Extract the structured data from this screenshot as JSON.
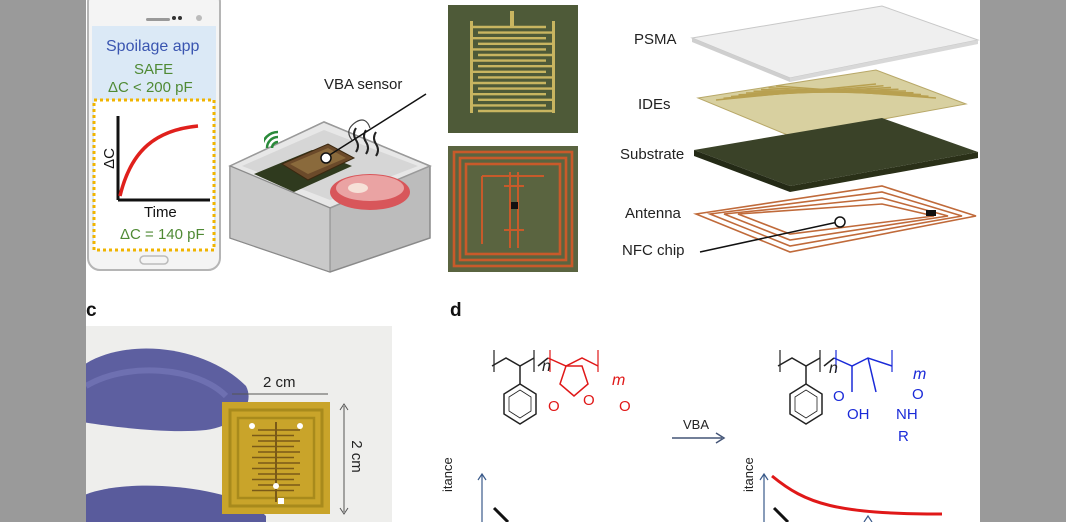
{
  "panel_labels": {
    "c": "c",
    "d": "d"
  },
  "phone": {
    "app_title": "Spoilage app",
    "status": "SAFE",
    "threshold": "ΔC < 200 pF",
    "y_axis": "ΔC",
    "x_axis": "Time",
    "reading": "ΔC = 140 pF",
    "colors": {
      "title": "#3a55b0",
      "safe": "#4f8a34",
      "border": "#f0b400",
      "curve": "#e0201c"
    }
  },
  "sensor_label": "VBA sensor",
  "layers": {
    "psma": "PSMA",
    "ides": "IDEs",
    "substrate": "Substrate",
    "antenna": "Antenna",
    "nfc_chip": "NFC chip"
  },
  "photo": {
    "width_label": "2 cm",
    "height_label": "2 cm"
  },
  "chemistry": {
    "left_n": "n",
    "left_m": "m",
    "arrow_label": "VBA",
    "right_n": "n",
    "right_m": "m",
    "oh": "OH",
    "nh": "NH",
    "r": "R",
    "o": "O",
    "capacitance_partial": "itance"
  }
}
